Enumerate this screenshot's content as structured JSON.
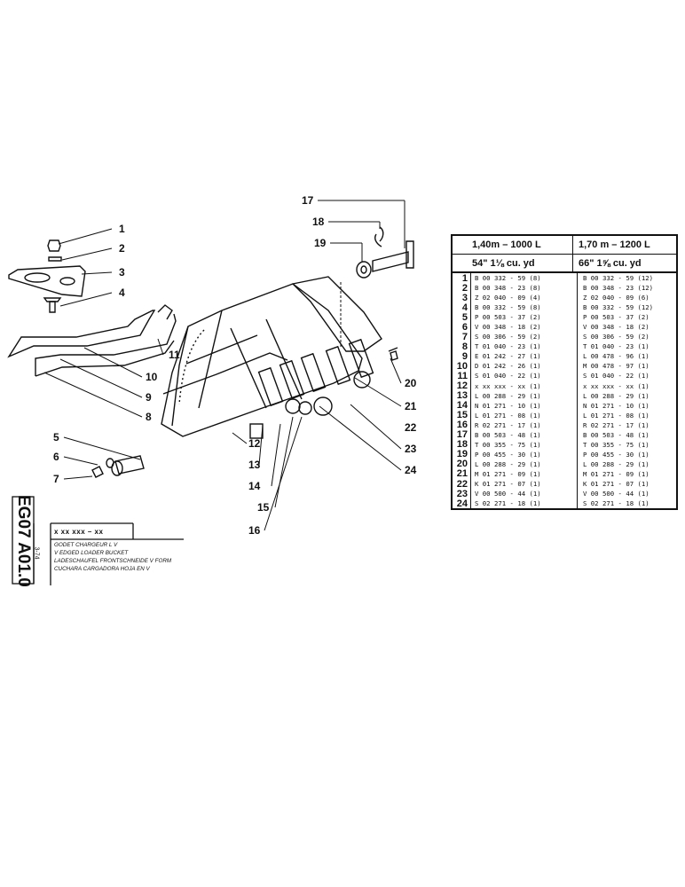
{
  "callouts": [
    "1",
    "2",
    "3",
    "4",
    "5",
    "6",
    "7",
    "8",
    "9",
    "10",
    "11",
    "12",
    "13",
    "14",
    "15",
    "16",
    "17",
    "18",
    "19",
    "20",
    "21",
    "22",
    "23",
    "24"
  ],
  "table": {
    "header": {
      "col1_top": "1,40m  –  1000 L",
      "col1_bottom": "54\"       1⅛ cu. yd",
      "col2_top": "1,70 m  –  1200 L",
      "col2_bottom": "66\"      1⅝ cu. yd"
    },
    "rows": [
      {
        "n": "1",
        "a": "B 00 332 - 59 (8)",
        "b": "B 00 332 - 59 (12)"
      },
      {
        "n": "2",
        "a": "B 00 348 - 23 (8)",
        "b": "B 00 348 - 23 (12)"
      },
      {
        "n": "3",
        "a": "Z 02 040 - 09 (4)",
        "b": "Z 02 040 - 09 (6)"
      },
      {
        "n": "4",
        "a": "B 00 332 - 59 (8)",
        "b": "B 00 332 - 59 (12)"
      },
      {
        "n": "5",
        "a": "P 00 503 - 37 (2)",
        "b": "P 00 503 - 37 (2)"
      },
      {
        "n": "6",
        "a": "V 00 348 - 18 (2)",
        "b": "V 00 348 - 18 (2)"
      },
      {
        "n": "7",
        "a": "S 00 306 - 59 (2)",
        "b": "S 00 306 - 59 (2)"
      },
      {
        "n": "8",
        "a": "T 01 040 - 23 (1)",
        "b": "T 01 040 - 23 (1)"
      },
      {
        "n": "9",
        "a": "E 01 242 - 27 (1)",
        "b": "L 00 478 - 96 (1)"
      },
      {
        "n": "10",
        "a": "D 01 242 - 26 (1)",
        "b": "M 00 478 - 97 (1)"
      },
      {
        "n": "11",
        "a": "S 01 040 - 22 (1)",
        "b": "S 01 040 - 22 (1)"
      },
      {
        "n": "12",
        "a": "x xx xxx - xx (1)",
        "b": "x xx xxx - xx (1)"
      },
      {
        "n": "13",
        "a": "L 00 288 - 29 (1)",
        "b": "L 00 288 - 29 (1)"
      },
      {
        "n": "14",
        "a": "N 01 271 - 10 (1)",
        "b": "N 01 271 - 10 (1)"
      },
      {
        "n": "15",
        "a": "L 01 271 - 08 (1)",
        "b": "L 01 271 - 08 (1)"
      },
      {
        "n": "16",
        "a": "R 02 271 - 17 (1)",
        "b": "R 02 271 - 17 (1)"
      },
      {
        "n": "17",
        "a": "B 00 503 - 48 (1)",
        "b": "B 00 503 - 48 (1)"
      },
      {
        "n": "18",
        "a": "T 00 355 - 75 (1)",
        "b": "T 00 355 - 75 (1)"
      },
      {
        "n": "19",
        "a": "P 00 455 - 30 (1)",
        "b": "P 00 455 - 30 (1)"
      },
      {
        "n": "20",
        "a": "L 00 288 - 29 (1)",
        "b": "L 00 288 - 29 (1)"
      },
      {
        "n": "21",
        "a": "M 01 271 - 09 (1)",
        "b": "M 01 271 - 09 (1)"
      },
      {
        "n": "22",
        "a": "K 01 271 - 07 (1)",
        "b": "K 01 271 - 07 (1)"
      },
      {
        "n": "23",
        "a": "V 00 500 - 44 (1)",
        "b": "V 00 500 - 44 (1)"
      },
      {
        "n": "24",
        "a": "S 02 271 - 18 (1)",
        "b": "S 02 271 - 18 (1)"
      }
    ]
  },
  "title": {
    "code": "x  xx  xxx – xx",
    "fr": "GODET CHARGEUR L V",
    "en": "V EDGED LOADER BUCKET",
    "de": "LADESCHAUFEL FRONTSCHNEIDE V FORM",
    "es": "CUCHARA CARGADORA HOJA EN V"
  },
  "side_code": "EG07 A01.0",
  "side_date": "3-74"
}
